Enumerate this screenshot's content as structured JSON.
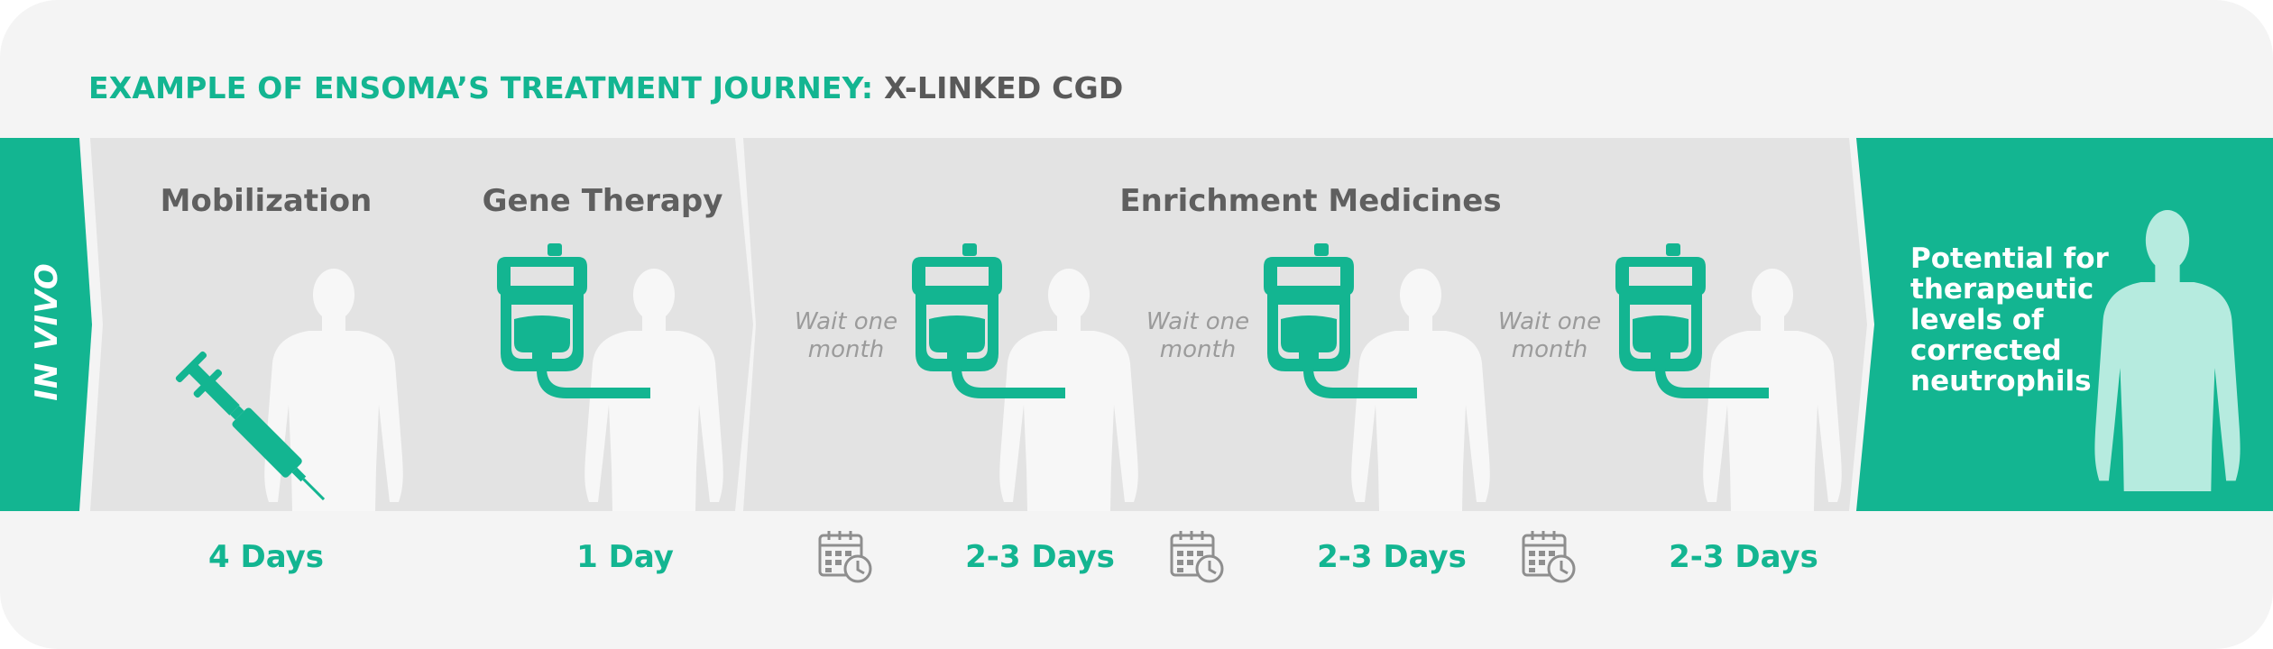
{
  "title": {
    "highlight": "EXAMPLE OF ENSOMA’S TREATMENT JOURNEY:",
    "rest": "X-LINKED CGD"
  },
  "side_label": "IN VIVO",
  "stages": [
    {
      "heading": "Mobilization",
      "duration": "4 Days",
      "icon": "syringe-icon"
    },
    {
      "heading": "Gene Therapy",
      "duration": "1 Day",
      "icon": "iv-bag-icon"
    },
    {
      "heading": "Enrichment Medicines",
      "icon": "iv-bag-icon",
      "doses": [
        {
          "wait": "Wait one\nmonth",
          "duration": "2-3 Days"
        },
        {
          "wait": "Wait one\nmonth",
          "duration": "2-3 Days"
        },
        {
          "wait": "Wait one\nmonth",
          "duration": "2-3 Days"
        }
      ]
    }
  ],
  "outcome": "Potential for therapeutic levels of corrected neutrophils",
  "colors": {
    "accent": "#13b591",
    "panel": "#e3e3e3",
    "background": "#f4f4f4",
    "heading_text": "#5f5f5f",
    "figure": "#f7f7f7",
    "outcome_figure": "#b6ebdf"
  }
}
